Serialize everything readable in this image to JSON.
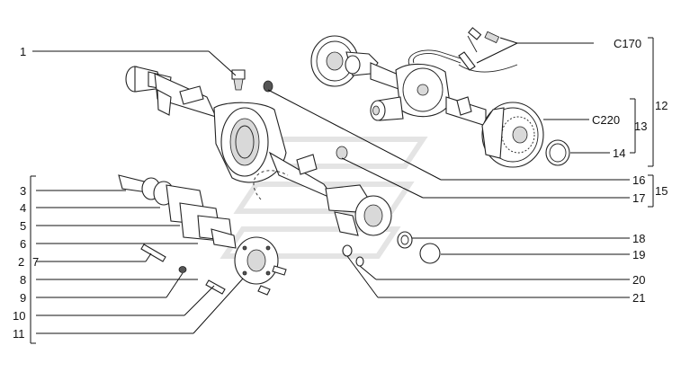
{
  "callouts": {
    "c1": "1",
    "c2": "2",
    "c3": "3",
    "c4": "4",
    "c5": "5",
    "c6": "6",
    "c7": "7",
    "c8": "8",
    "c9": "9",
    "c10": "10",
    "c11": "11",
    "c12": "12",
    "c13": "13",
    "c14": "14",
    "c15": "15",
    "c16": "16",
    "c17": "17",
    "c18": "18",
    "c19": "19",
    "c20": "20",
    "c21": "21",
    "c170": "C170",
    "c220": "C220"
  }
}
